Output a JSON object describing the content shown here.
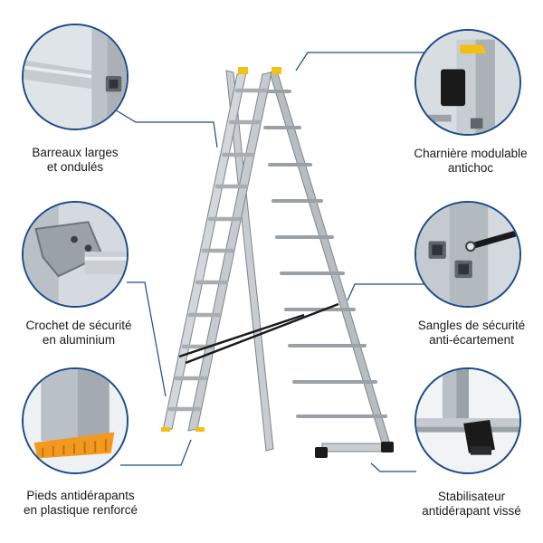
{
  "callouts": [
    {
      "line1": "Barreaux larges",
      "line2": "et ondulés",
      "icon": "ladder-rung-closeup-icon"
    },
    {
      "line1": "Charnière modulable",
      "line2": "antichoc",
      "icon": "hinge-closeup-icon"
    },
    {
      "line1": "Crochet de sécurité",
      "line2": "en aluminium",
      "icon": "safety-hook-closeup-icon"
    },
    {
      "line1": "Sangles de sécurité",
      "line2": "anti-écartement",
      "icon": "safety-strap-closeup-icon"
    },
    {
      "line1": "Pieds antidérapants",
      "line2": "en plastique renforcé",
      "icon": "non-slip-foot-closeup-icon"
    },
    {
      "line1": "Stabilisateur",
      "line2": "antidérapant vissé",
      "icon": "stabilizer-closeup-icon"
    }
  ],
  "colors": {
    "accent": "#1b4a8a",
    "aluminium": "#c9cdd1",
    "aluminium_dark": "#8e959c",
    "yellow": "#f2c012",
    "orange": "#f29a1f",
    "black": "#1a1a1a"
  }
}
